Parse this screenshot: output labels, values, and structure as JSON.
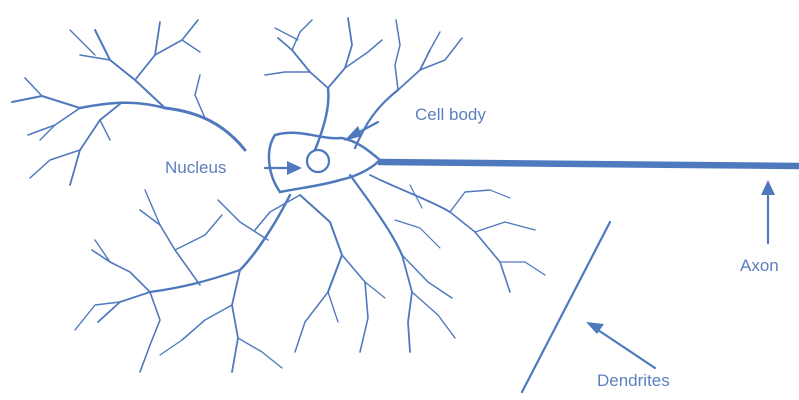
{
  "labels": {
    "cell_body": "Cell body",
    "nucleus": "Nucleus",
    "axon": "Axon",
    "dendrites": "Dendrites"
  },
  "colors": {
    "ink": "#4f79bd",
    "text": "#5d80bc",
    "background": "#ffffff"
  }
}
